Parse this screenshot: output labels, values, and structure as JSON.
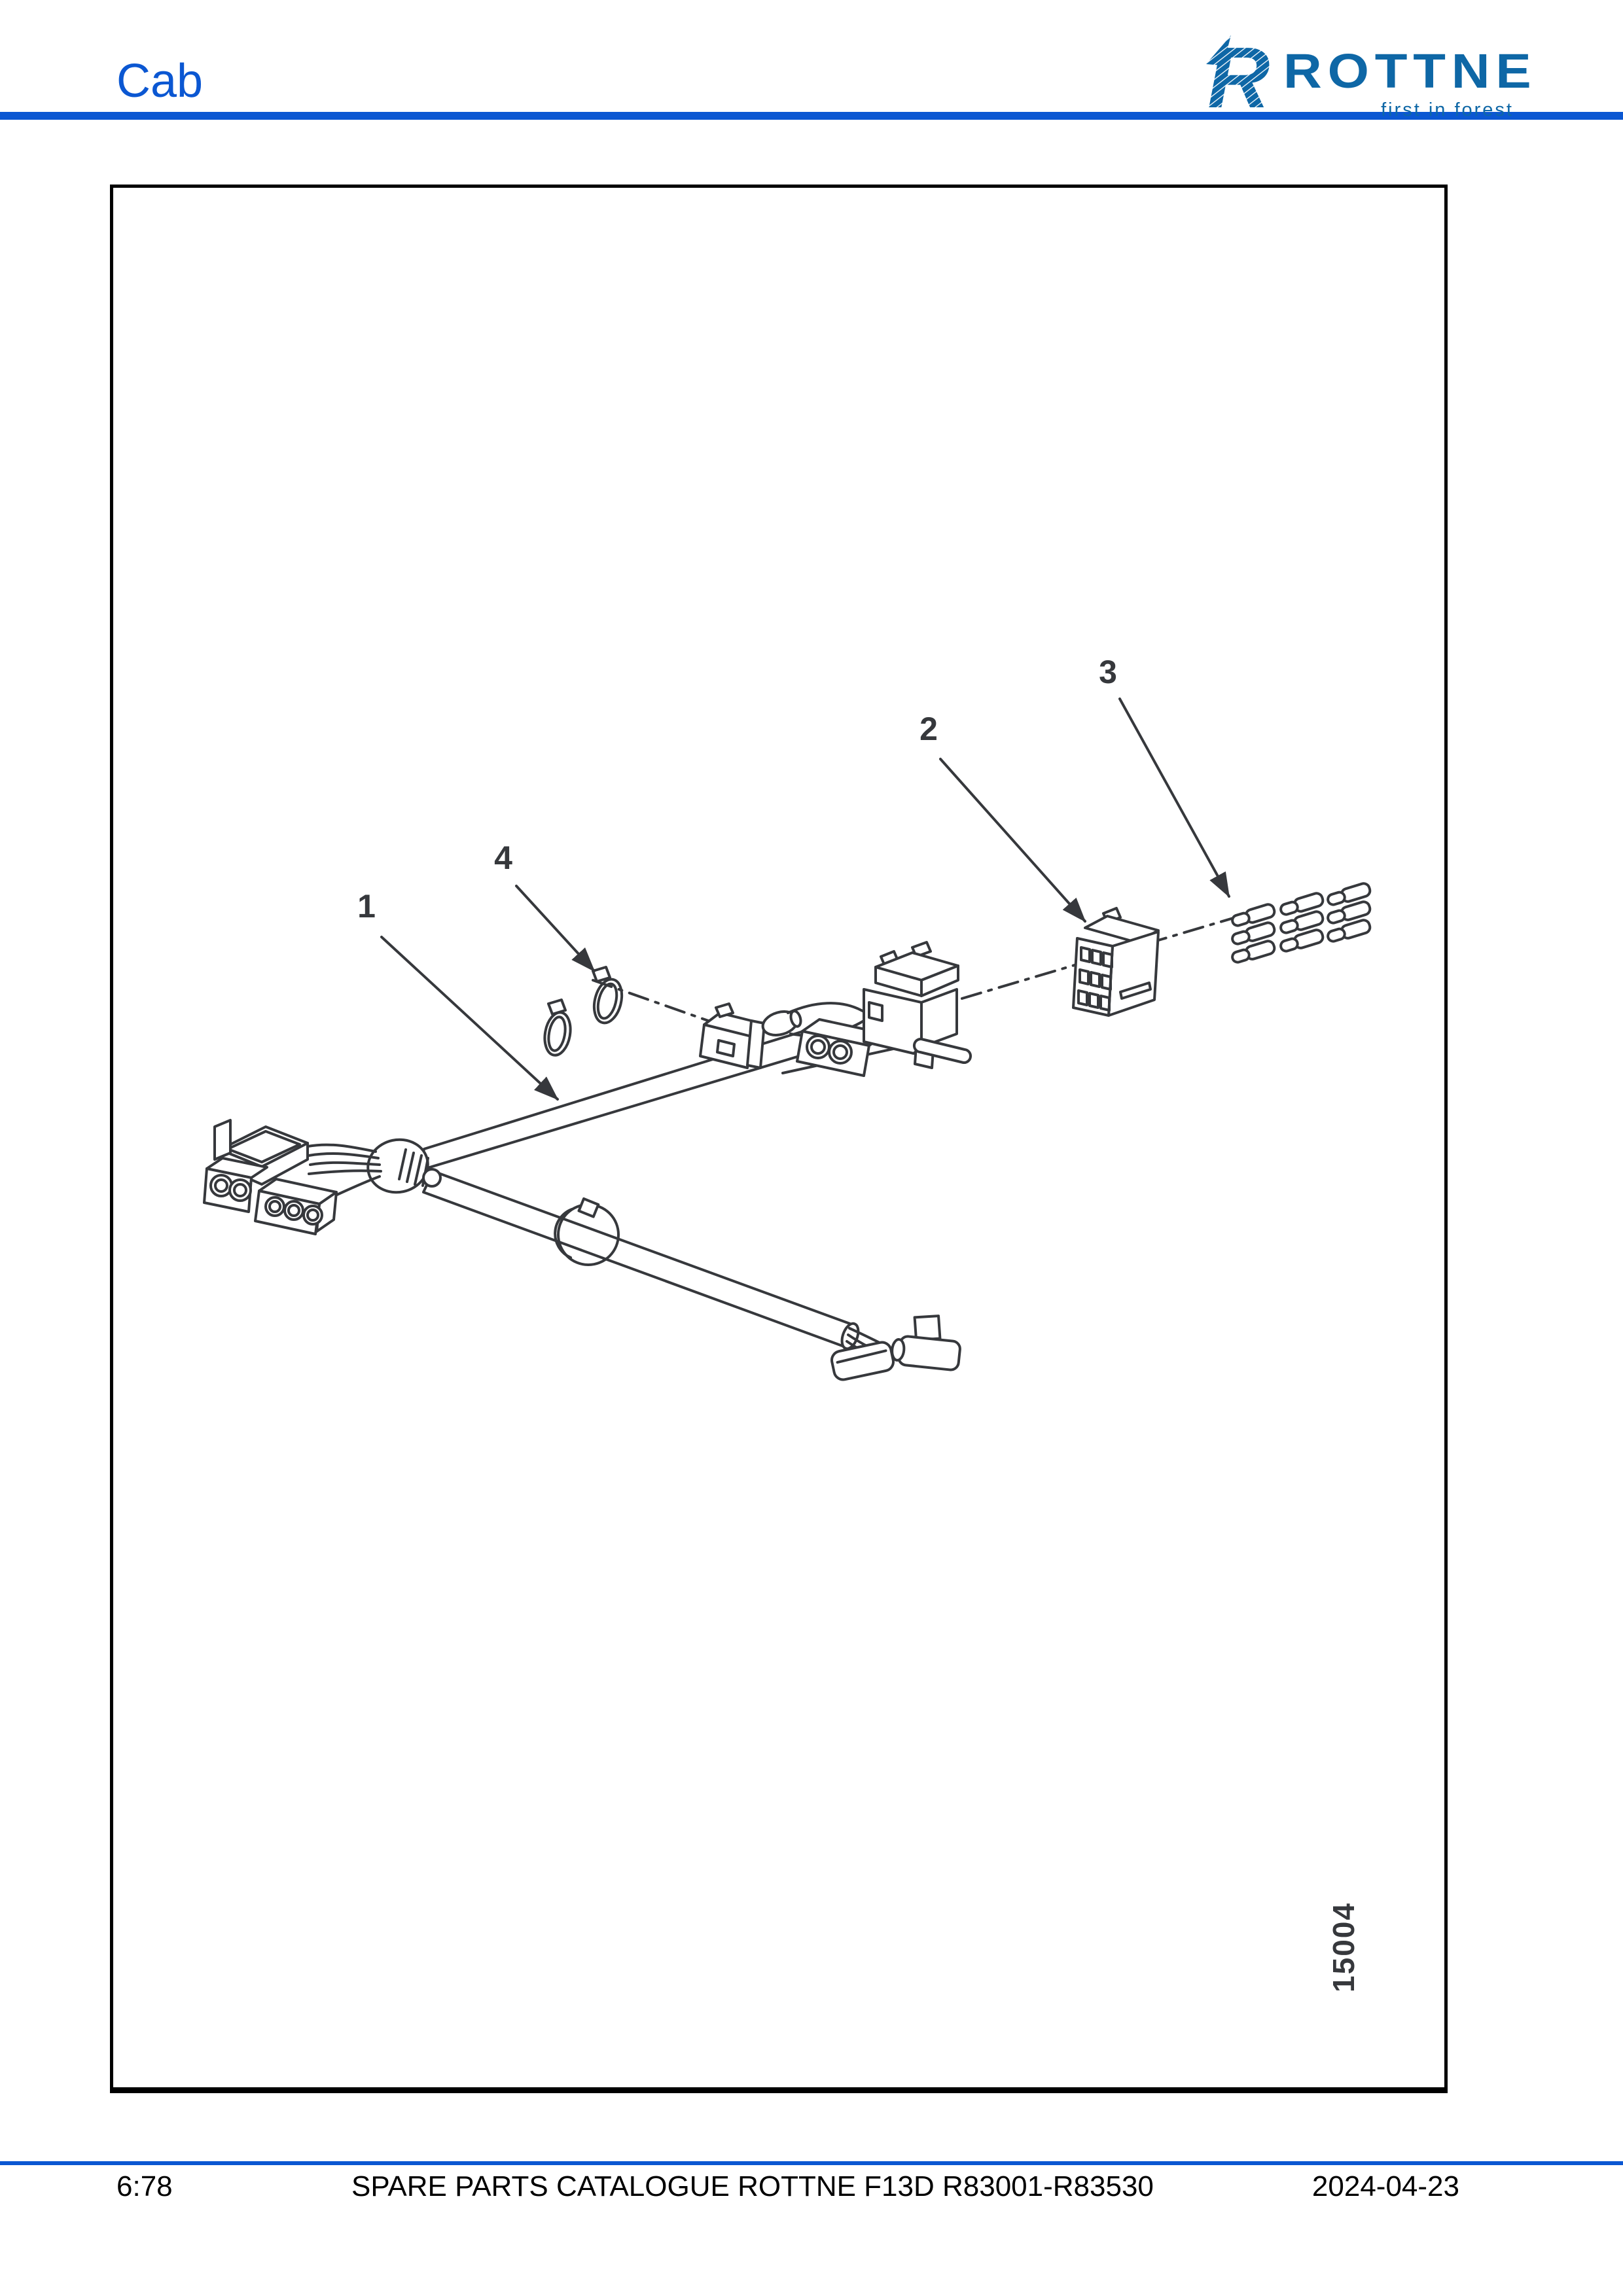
{
  "header": {
    "section_title": "Cab"
  },
  "logo": {
    "brand": "ROTTNE",
    "tagline": "first in forest",
    "brand_color": "#0E67A6"
  },
  "colors": {
    "accent_blue": "#0B57D2",
    "drawing_gray": "#36383C"
  },
  "figure": {
    "figure_number": "15004",
    "description": "Cable harness exploded drawing",
    "callouts": [
      {
        "label": "1"
      },
      {
        "label": "2"
      },
      {
        "label": "3"
      },
      {
        "label": "4"
      }
    ]
  },
  "footer": {
    "page_ref": "6:78",
    "title": "SPARE PARTS CATALOGUE ROTTNE F13D R83001-R83530",
    "date": "2024-04-23"
  }
}
